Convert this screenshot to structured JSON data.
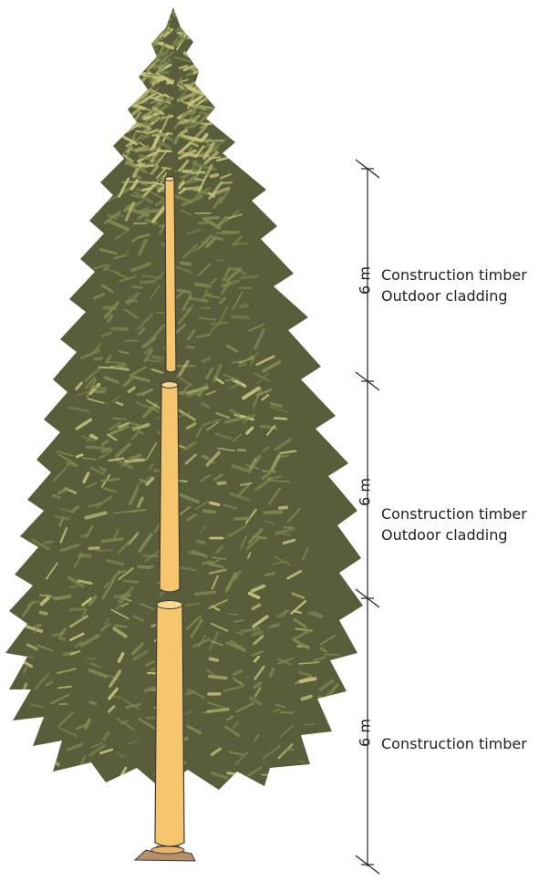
{
  "colors": {
    "foliage_dark": "#595d3a",
    "foliage_mid": "#7f8a52",
    "foliage_light": "#c9c67f",
    "log_fill": "#f5c66d",
    "log_outline": "#3a3a3a",
    "stump": "#b48f6a",
    "line": "#222222"
  },
  "segments": [
    {
      "length": "6 m",
      "uses": [
        "Construction timber",
        "Outdoor cladding"
      ]
    },
    {
      "length": "6 m",
      "uses": [
        "Construction timber",
        "Outdoor cladding"
      ]
    },
    {
      "length": "6 m",
      "uses": [
        "Construction timber"
      ]
    }
  ]
}
